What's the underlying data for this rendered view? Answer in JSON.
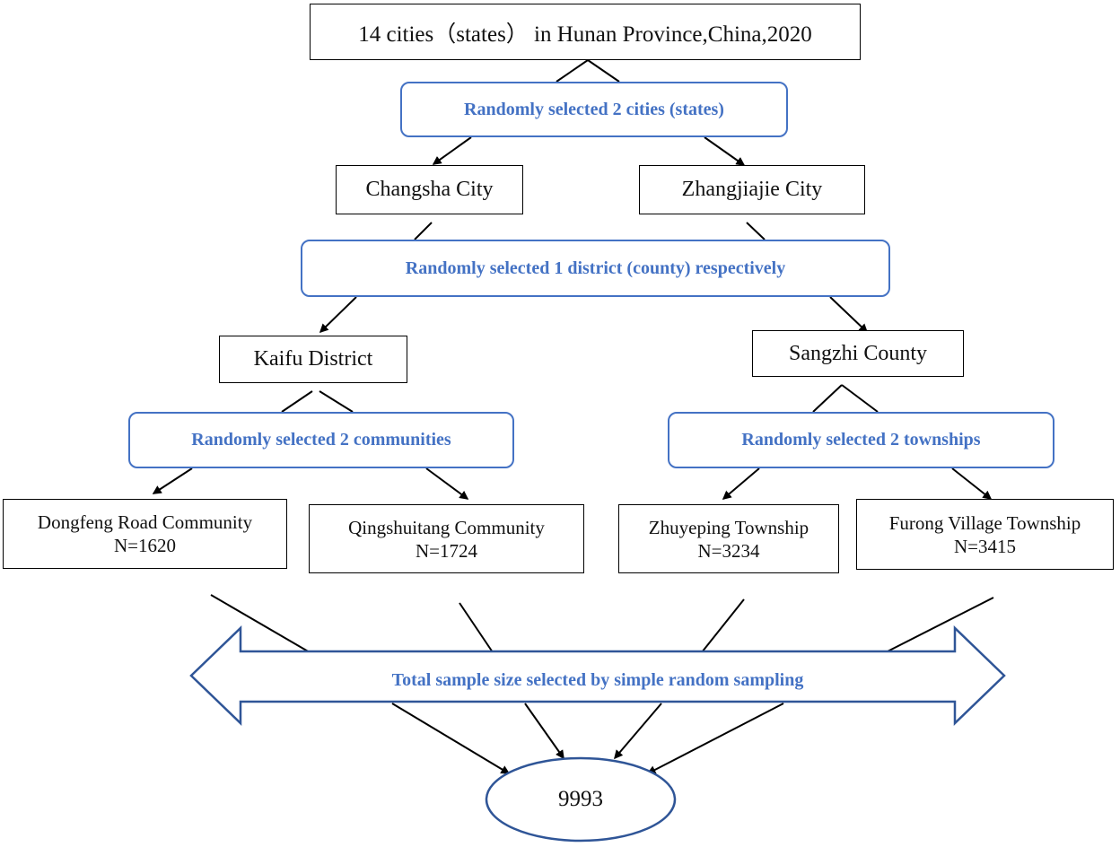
{
  "top": {
    "label": "14 cities（states） in Hunan Province,China,2020"
  },
  "steps": {
    "cities": "Randomly selected 2 cities (states)",
    "districts": "Randomly selected 1 district (county) respectively",
    "communities": "Randomly selected 2 communities",
    "townships": "Randomly selected 2 townships"
  },
  "cities": {
    "left": "Changsha City",
    "right": "Zhangjiajie City"
  },
  "districts": {
    "left": "Kaifu District",
    "right": "Sangzhi County"
  },
  "units": [
    {
      "name": "Dongfeng Road Community",
      "n": "N=1620"
    },
    {
      "name": "Qingshuitang Community",
      "n": "N=1724"
    },
    {
      "name": "Zhuyeping Township",
      "n": "N=3234"
    },
    {
      "name": "Furong Village Township",
      "n": "N=3415"
    }
  ],
  "sampling": {
    "label": "Total sample size selected by simple random sampling"
  },
  "total": {
    "value": "9993"
  },
  "colors": {
    "accent": "#4472c4",
    "line": "#000000"
  }
}
